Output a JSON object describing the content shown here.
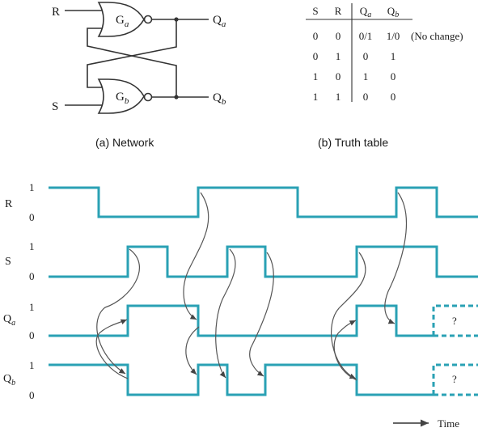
{
  "network": {
    "input_r": "R",
    "input_s": "S",
    "gate_a": {
      "main": "G",
      "sub": "a"
    },
    "gate_b": {
      "main": "G",
      "sub": "b"
    },
    "out_a": {
      "main": "Q",
      "sub": "a"
    },
    "out_b": {
      "main": "Q",
      "sub": "b"
    },
    "caption": "(a) Network"
  },
  "truth_table": {
    "headers": [
      {
        "main": "S",
        "sub": ""
      },
      {
        "main": "R",
        "sub": ""
      },
      {
        "main": "Q",
        "sub": "a"
      },
      {
        "main": "Q",
        "sub": "b"
      }
    ],
    "rows": [
      [
        "0",
        "0",
        "0/1",
        "1/0"
      ],
      [
        "0",
        "1",
        "0",
        "1"
      ],
      [
        "1",
        "0",
        "1",
        "0"
      ],
      [
        "1",
        "1",
        "0",
        "0"
      ]
    ],
    "note": "(No change)",
    "caption": "(b) Truth table"
  },
  "timing": {
    "signals": [
      {
        "name": "R",
        "sub": "",
        "high_label": "1",
        "low_label": "0"
      },
      {
        "name": "S",
        "sub": "",
        "high_label": "1",
        "low_label": "0"
      },
      {
        "name": "Q",
        "sub": "a",
        "high_label": "1",
        "low_label": "0"
      },
      {
        "name": "Q",
        "sub": "b",
        "high_label": "1",
        "low_label": "0"
      }
    ],
    "unknown_mark": "?",
    "time_label": "Time",
    "colors": {
      "signal": "#2aa1b4",
      "ink": "#333333"
    }
  }
}
